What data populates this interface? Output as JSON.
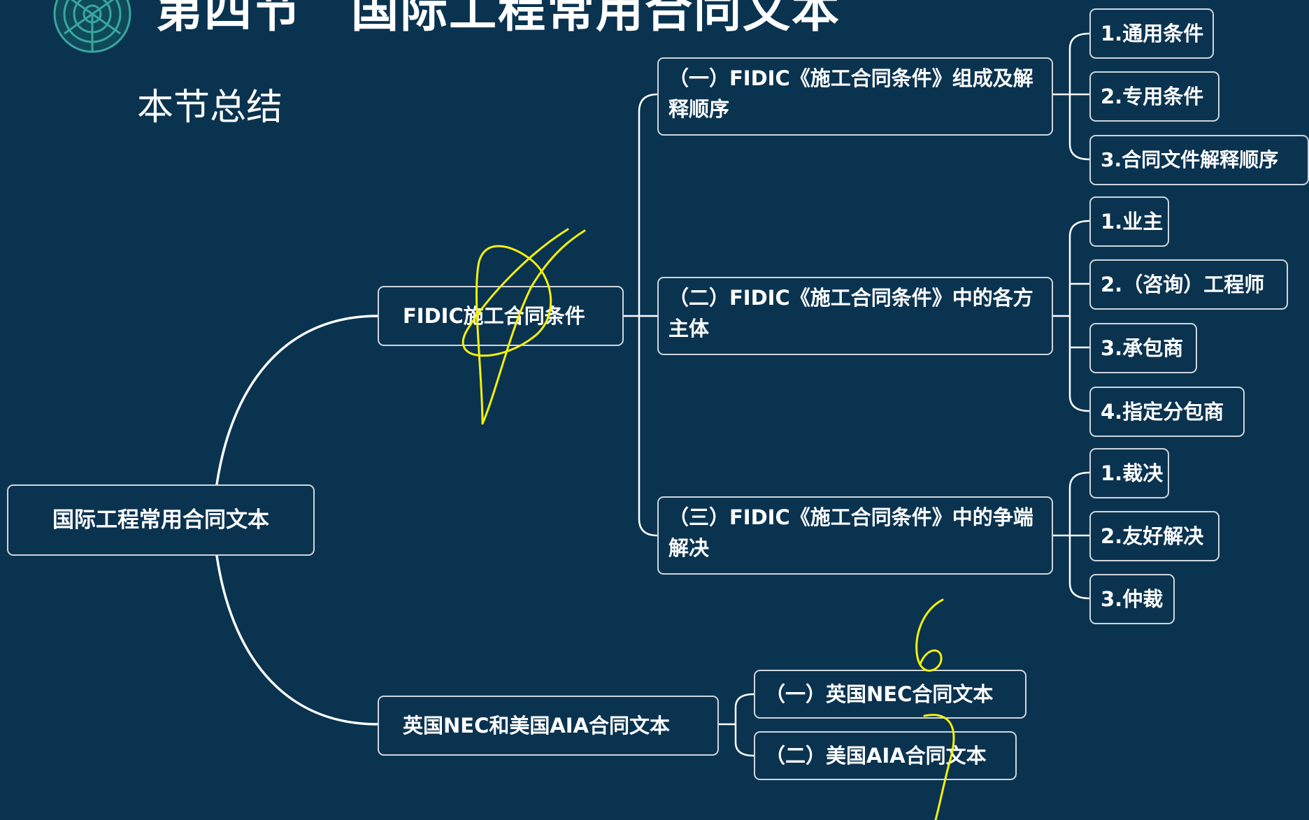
{
  "header": {
    "title": "第四节　国际工程常用合同文本",
    "subtitle": "本节总结"
  },
  "mindmap": {
    "root": "国际工程常用合同文本",
    "fidic": "FIDIC施工合同条件",
    "uk_us": "英国NEC和美国AIA合同文本",
    "fidic_children": [
      "（一）FIDIC《施工合同条件》组成及解释顺序",
      "（二）FIDIC《施工合同条件》中的各方主体",
      "（三）FIDIC《施工合同条件》中的争端解决"
    ],
    "composition_items": [
      "1.通用条件",
      "2.专用条件",
      "3.合同文件解释顺序"
    ],
    "parties_items": [
      "1.业主",
      "2.（咨询）工程师",
      "3.承包商",
      "4.指定分包商"
    ],
    "dispute_items": [
      "1.裁决",
      "2.友好解决",
      "3.仲裁"
    ],
    "uk_us_children": [
      "（一）英国NEC合同文本",
      "（二）美国AIA合同文本"
    ]
  },
  "colors": {
    "background": "#0a3350",
    "line": "#ffffff",
    "node_border": "#cfd6dd",
    "annotation": "#f5f10a",
    "logo": "#3aa6a0"
  }
}
